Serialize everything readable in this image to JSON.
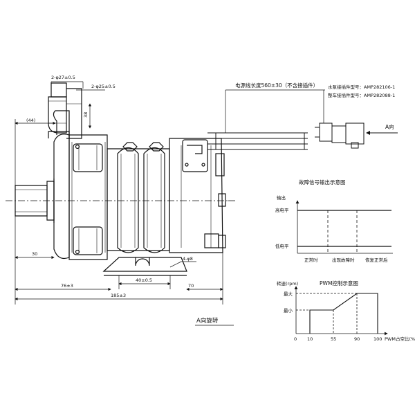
{
  "drawing": {
    "dim_outlet_diameter": "2-φ27±0.5",
    "dim_outlet_diameter2": "2-φ25±0.5",
    "dim_38": "38",
    "dim_44": "(44)",
    "dim_30": "30",
    "dim_40": "40±0.5",
    "dim_4phi8": "4-φ8",
    "dim_76": "76±3",
    "dim_70": "70",
    "dim_185": "185±3",
    "cable_length": "电源线长度560±30（不含接插件）",
    "connector_pump": "水泵接插件型号：AMP282106-1",
    "connector_vehicle": "整车接插件型号：AMP282088-1",
    "view_a_label": "A向",
    "view_a_rotation": "A向旋转"
  },
  "fault_signal": {
    "title": "故障信号输出示意图",
    "y_axis": "输出",
    "high": "高电平",
    "low": "低电平",
    "x_labels": [
      "正常时",
      "出现故障时",
      "恢复正常后"
    ]
  },
  "pwm_control": {
    "title": "PWM控制示意图",
    "y_axis": "转速(rpm)",
    "max": "最大",
    "min": "最小",
    "x_axis": "PWM占空比(%)",
    "ticks": [
      "0",
      "10",
      "55",
      "90",
      "100"
    ]
  },
  "colors": {
    "line": "#111111",
    "background": "#ffffff"
  }
}
